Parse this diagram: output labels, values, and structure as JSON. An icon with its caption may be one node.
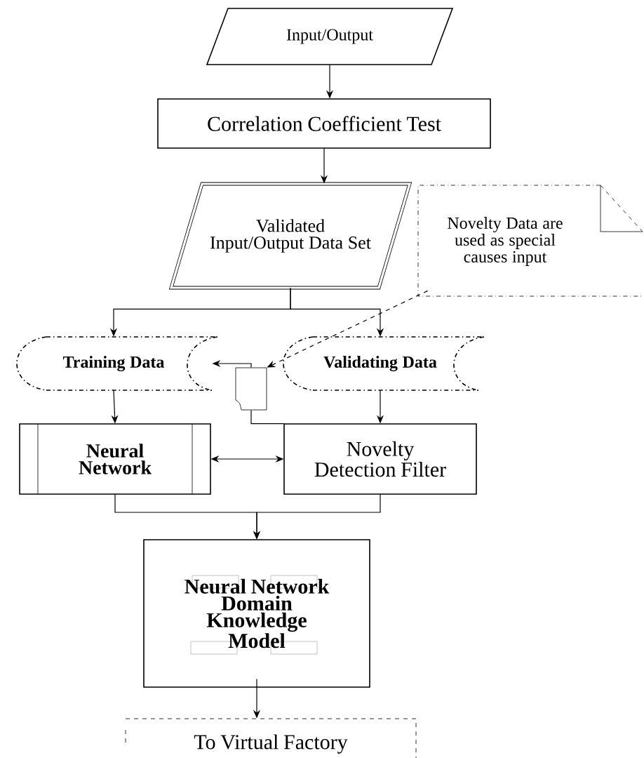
{
  "diagram": {
    "nodes": [
      {
        "text": [
          "Input/Output"
        ]
      },
      {
        "text": [
          "Correlation Coefficient Test"
        ]
      },
      {
        "text": [
          "Validated Input/Output Data Set"
        ]
      },
      {
        "text": [
          "Novelty Data are used as special causes input"
        ]
      },
      {
        "text": [
          "Training Data"
        ]
      },
      {
        "text": [
          "Validating Data"
        ]
      },
      {
        "text": [],
        "shape": "document"
      },
      {
        "text": [
          "Neural Network"
        ]
      },
      {
        "text": [
          "Novelty Detection Filter"
        ]
      },
      {
        "text": [
          "Neural Network Domain Knowledge Model"
        ]
      },
      {
        "text": [
          "To Virtual Factory"
        ]
      }
    ],
    "edges": [
      {
        "from": 0,
        "to": 1,
        "arrow": "to"
      },
      {
        "from": 1,
        "to": 2,
        "arrow": "to"
      },
      {
        "from": 2,
        "to": 4,
        "arrow": "to"
      },
      {
        "from": 2,
        "to": 5,
        "arrow": "to"
      },
      {
        "from": 3,
        "to": 6,
        "arrow": "to",
        "style": "dashed"
      },
      {
        "from": 6,
        "to": 4,
        "arrow": "to"
      },
      {
        "from": 4,
        "to": 7,
        "arrow": "to"
      },
      {
        "from": 5,
        "to": 8,
        "arrow": "to"
      },
      {
        "from": 7,
        "to": 8,
        "arrow": "both"
      },
      {
        "from": 8,
        "to": 6,
        "arrow": "none"
      },
      {
        "from": 7,
        "to": 9,
        "arrow": "to"
      },
      {
        "from": 8,
        "to": 9,
        "arrow": "to"
      },
      {
        "from": 9,
        "to": 10,
        "arrow": "to"
      }
    ]
  }
}
